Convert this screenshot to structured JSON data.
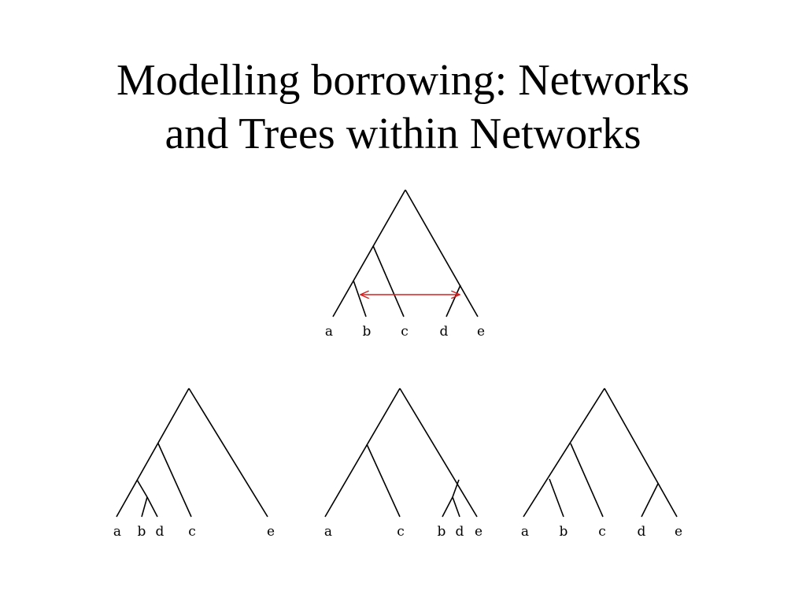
{
  "slide": {
    "title_line1": "Modelling borrowing: Networks",
    "title_line2": "and Trees within Networks"
  },
  "colors": {
    "line": "#000000",
    "borrowing_arrow": "#d42020",
    "background": "#ffffff"
  },
  "diagrams": {
    "network": {
      "leaves": [
        "a",
        "b",
        "c",
        "d",
        "e"
      ],
      "borrowing_edge": {
        "from": "b",
        "to": "d",
        "bidirectional": true
      }
    },
    "tree1": {
      "leaves": [
        "a",
        "b",
        "d",
        "c",
        "e"
      ]
    },
    "tree2": {
      "leaves": [
        "a",
        "c",
        "b",
        "d",
        "e"
      ]
    },
    "tree3": {
      "leaves": [
        "a",
        "b",
        "c",
        "d",
        "e"
      ]
    }
  }
}
